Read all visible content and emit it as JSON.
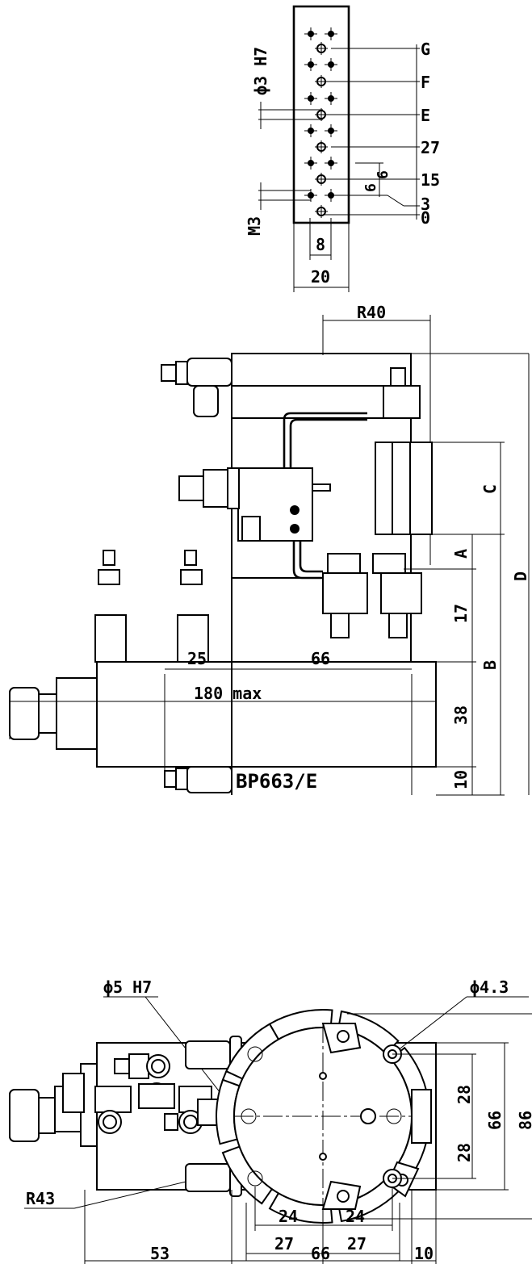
{
  "model": "BP663/E",
  "top_view": {
    "dim_hole": "ϕ3 H7",
    "dim_thread": "M3",
    "dim_width_small": "8",
    "dim_width": "20",
    "level_labels": [
      "G",
      "F",
      "E",
      "27",
      "15",
      "3",
      "0"
    ],
    "pitch_labels": [
      "6",
      "6"
    ]
  },
  "side_view": {
    "dim_radius": "R40",
    "dim_c": "C",
    "dim_a": "A",
    "dim_d": "D",
    "dim_b": "B",
    "dim_17": "17",
    "dim_38": "38",
    "dim_10": "10",
    "dim_25": "25",
    "dim_66": "66",
    "dim_total": "180 max"
  },
  "bottom_view": {
    "dim_pin": "ϕ5 H7",
    "dim_hole": "ϕ4.3",
    "dim_radius": "R43",
    "dim_28_top": "28",
    "dim_28_bottom": "28",
    "dim_66_v": "66",
    "dim_86": "86",
    "dim_24_left": "24",
    "dim_24_right": "24",
    "dim_27_left": "27",
    "dim_27_right": "27",
    "dim_53": "53",
    "dim_66_h": "66",
    "dim_10": "10"
  }
}
